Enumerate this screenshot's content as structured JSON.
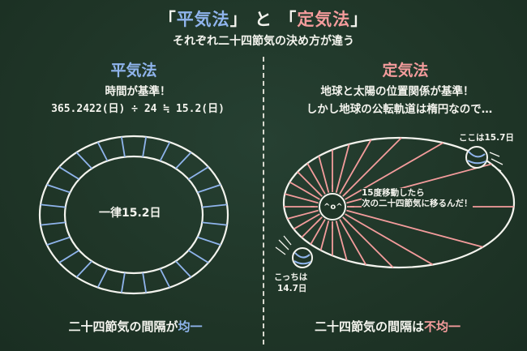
{
  "title": {
    "open1": "「",
    "heiki": "平気法",
    "close1": "」",
    "to": "と",
    "open2": "「",
    "teiki": "定気法",
    "close2": "」"
  },
  "subtitle": "それぞれ二十四節気の決め方が違う",
  "left": {
    "heading": "平気法",
    "line1": "時間が基準！",
    "line2": "365.2422(日) ÷ 24 ≒ 15.2(日)",
    "center_label": "一律15.2日",
    "bottom_main": "二十四節気の間隔が",
    "bottom_accent": "均一",
    "segments": 24
  },
  "right": {
    "heading": "定気法",
    "line1": "地球と太陽の位置関係が基準！",
    "line2": "しかし地球の公転軌道は楕円なので…",
    "label_top": "ここは15.7日",
    "label_mid1": "15度移動したら",
    "label_mid2": "次の二十四節気に移るんだ！",
    "label_bottom1": "こっちは",
    "label_bottom2": "14.7日",
    "bottom_main": "二十四節気の間隔は",
    "bottom_accent": "不均一",
    "sun_face": "^o^",
    "rays": 24
  },
  "colors": {
    "board": "#1f3527",
    "chalk_white": "#f4f4ee",
    "chalk_blue": "#8fb4ec",
    "chalk_pink": "#f49c9c"
  }
}
